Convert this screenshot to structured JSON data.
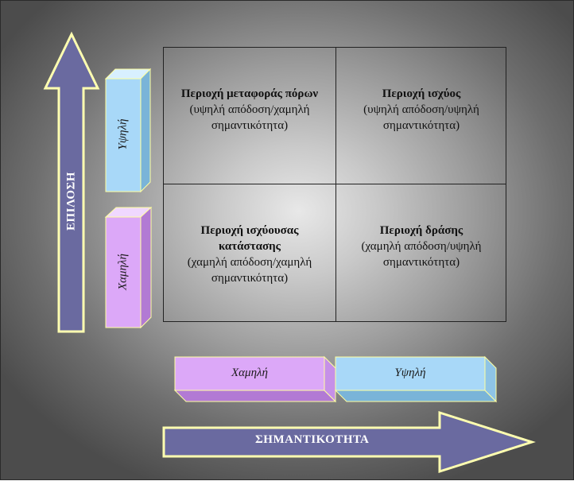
{
  "axes": {
    "y_label": "ΕΠΙΛΟΣΗ",
    "x_label": "ΣΗΜΑΝΤΙΚΟΤΗΤΑ"
  },
  "y_levels": {
    "high": "Υψηλή",
    "low": "Χαμηλή"
  },
  "x_levels": {
    "low": "Χαμηλή",
    "high": "Υψηλή"
  },
  "quadrants": {
    "top_left": {
      "title": "Περιοχή μεταφοράς πόρων",
      "subtitle": "(υψηλή απόδοση/χαμηλή σημαντικότητα)"
    },
    "top_right": {
      "title": "Περιοχή ισχύος",
      "subtitle": "(υψηλή απόδοση/υψηλή σημαντικότητα)"
    },
    "bottom_left": {
      "title": "Περιοχή ισχύουσας κατάστασης",
      "subtitle": "(χαμηλή απόδοση/χαμηλή σημαντικότητα)"
    },
    "bottom_right": {
      "title": "Περιοχή δράσης",
      "subtitle": "(χαμηλή απόδοση/υψηλή σημαντικότητα)"
    }
  },
  "colors": {
    "arrow_fill": "#6a6aa0",
    "arrow_stroke": "#ffffb0",
    "blue_box": "#a8d8f8",
    "purple_box": "#dca8f8"
  }
}
